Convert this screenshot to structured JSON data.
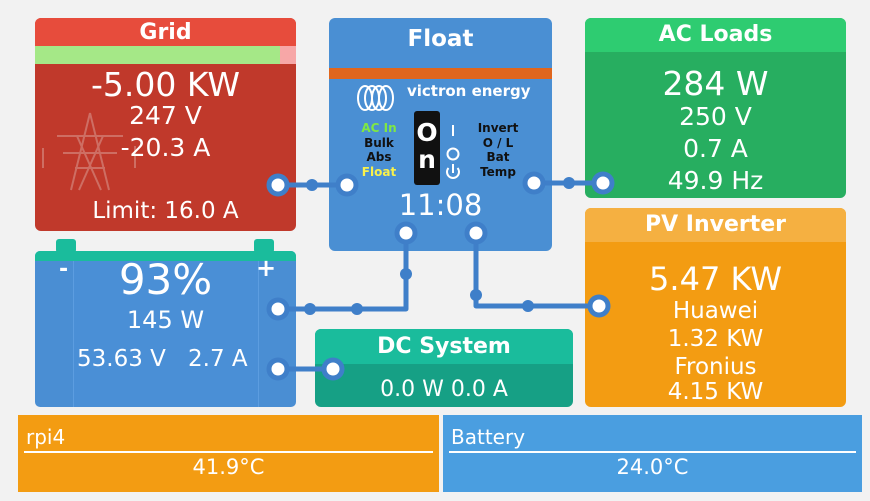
{
  "colors": {
    "grid": "#c0392b",
    "grid_title": "#e74c3c",
    "grid_bar_green": "#a5e887",
    "grid_bar_pink": "#f7a7a7",
    "inverter": "#4a8fd3",
    "inverter_accent": "#e0661d",
    "ac_loads": "#27ae60",
    "ac_loads_title": "#2ecc71",
    "battery": "#4a8ed3",
    "battery_top": "#1abc9c",
    "dc": "#16a085",
    "dc_title": "#1abc9c",
    "pv": "#f39c12",
    "pv_title": "#f5b041",
    "rpi": "#f39c12",
    "battery_temp": "#4a9ee0",
    "connector": "#3f7fc9"
  },
  "grid": {
    "title": "Grid",
    "power": "-5.00 KW",
    "voltage": "247 V",
    "current": "-20.3 A",
    "limit": "Limit: 16.0 A",
    "bar_level": 0.94,
    "icon": "power-tower-icon"
  },
  "inverter": {
    "title": "Float",
    "brand": "victron energy",
    "brand_icon": "victron-logo-icon",
    "left_labels": [
      "AC In",
      "Bulk",
      "Abs",
      "Float"
    ],
    "switch_label": "On",
    "right_labels": [
      "Invert",
      "O / L",
      "Bat",
      "Temp"
    ],
    "time": "11:08"
  },
  "ac_loads": {
    "title": "AC Loads",
    "power": "284 W",
    "voltage": "250 V",
    "current": "0.7 A",
    "frequency": "49.9 Hz"
  },
  "battery": {
    "soc": "93%",
    "power": "145 W",
    "voltage": "53.63 V",
    "current": "2.7 A",
    "minus": "-",
    "plus": "+"
  },
  "dc_system": {
    "title": "DC System",
    "values": "0.0 W 0.0 A"
  },
  "pv_inverter": {
    "title": "PV Inverter",
    "total": "5.47 KW",
    "source1_name": "Huawei",
    "source1_power": "1.32 KW",
    "source2_name": "Fronius",
    "source2_power": "4.15 KW"
  },
  "temperatures": [
    {
      "name": "rpi4",
      "value": "41.9°C"
    },
    {
      "name": "Battery",
      "value": "24.0°C"
    }
  ]
}
